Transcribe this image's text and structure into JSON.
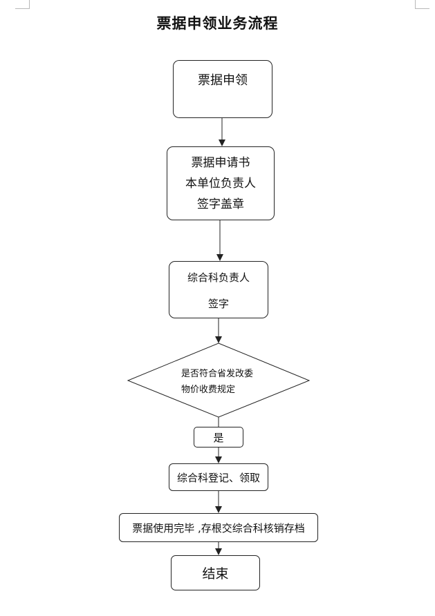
{
  "title": "票据申领业务流程",
  "nodes": {
    "apply": "票据申领",
    "request": [
      "票据申请书",
      "本单位负责人",
      "签字盖章"
    ],
    "office_sign": [
      "综合科负责人",
      "签字"
    ],
    "decision": [
      "是否符合省发改委",
      "物价收费规定"
    ],
    "yes": "是",
    "register": "综合科登记、领取",
    "archive": "票据使用完毕 ,存根交综合科核销存档",
    "end": "结束"
  }
}
